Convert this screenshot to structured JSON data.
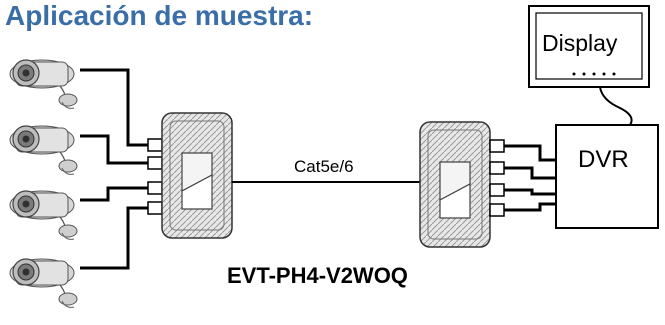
{
  "title": "Aplicación de muestra:",
  "product_label": "EVT-PH4-V2WOQ",
  "cable_label": "Cat5e/6",
  "dvr_label": "DVR",
  "display_label": "Display",
  "colors": {
    "title": "#3a6ea8",
    "lines": "#000000",
    "device_fill": "#d0d0d0"
  },
  "cameras": [
    "camera-1",
    "camera-2",
    "camera-3",
    "camera-4"
  ]
}
